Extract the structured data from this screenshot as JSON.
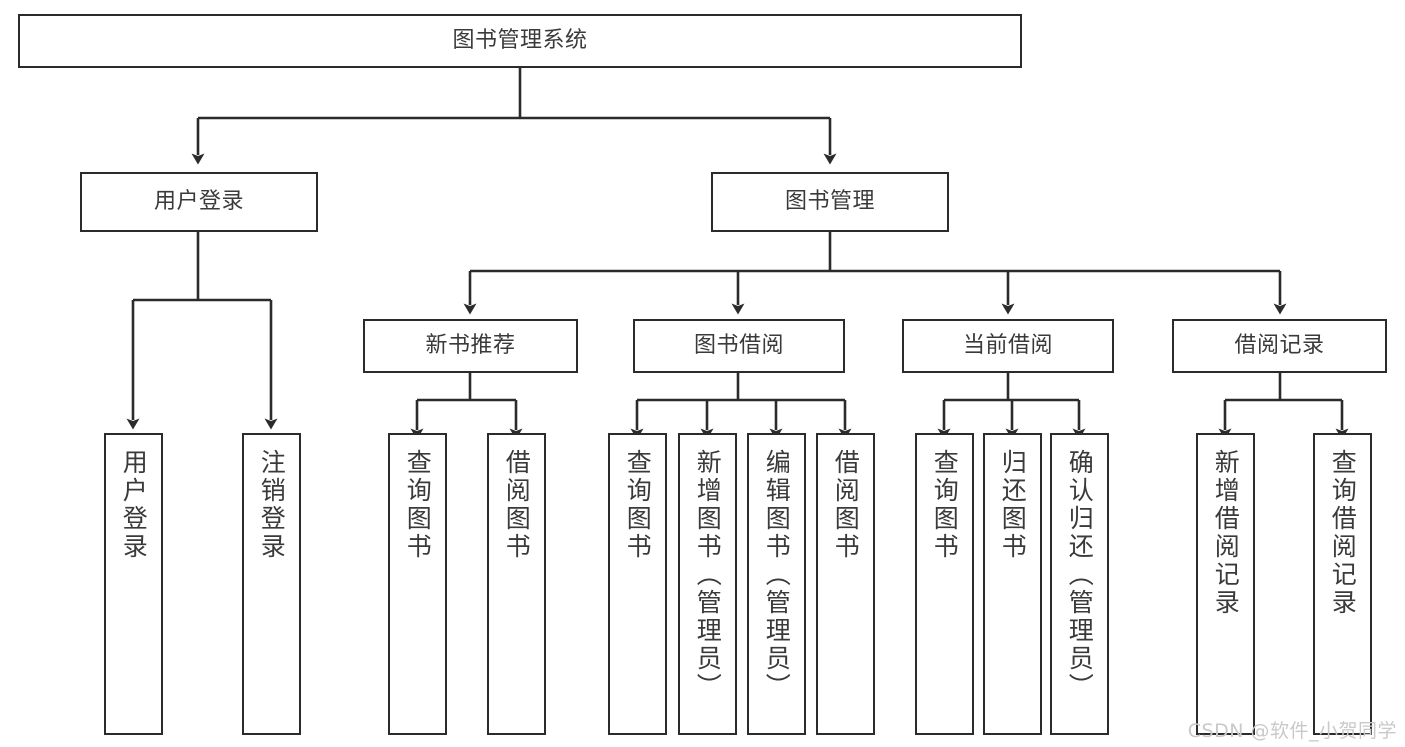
{
  "diagram": {
    "type": "tree-hierarchy",
    "title": "图书管理系统",
    "watermark": "CSDN @软件_小贺同学",
    "colors": {
      "stroke": "#2b2b2b",
      "fill": "#ffffff",
      "text": "#3a3a3a",
      "watermark": "#c9c9c9"
    },
    "nodes": {
      "root": {
        "label": "图书管理系统"
      },
      "level1": [
        {
          "label": "用户登录"
        },
        {
          "label": "图书管理"
        }
      ],
      "level2": [
        {
          "label": "新书推荐"
        },
        {
          "label": "图书借阅"
        },
        {
          "label": "当前借阅"
        },
        {
          "label": "借阅记录"
        }
      ],
      "leaves": {
        "user_login": [
          {
            "label": "用户登录"
          },
          {
            "label": "注销登录"
          }
        ],
        "new_book_recommend": [
          {
            "label": "查询图书"
          },
          {
            "label": "借阅图书"
          }
        ],
        "book_borrow": [
          {
            "label": "查询图书"
          },
          {
            "label": "新增图书（管理员）"
          },
          {
            "label": "编辑图书（管理员）"
          },
          {
            "label": "借阅图书"
          }
        ],
        "current_borrow": [
          {
            "label": "查询图书"
          },
          {
            "label": "归还图书"
          },
          {
            "label": "确认归还（管理员）"
          }
        ],
        "borrow_records": [
          {
            "label": "新增借阅记录"
          },
          {
            "label": "查询借阅记录"
          }
        ]
      }
    }
  }
}
